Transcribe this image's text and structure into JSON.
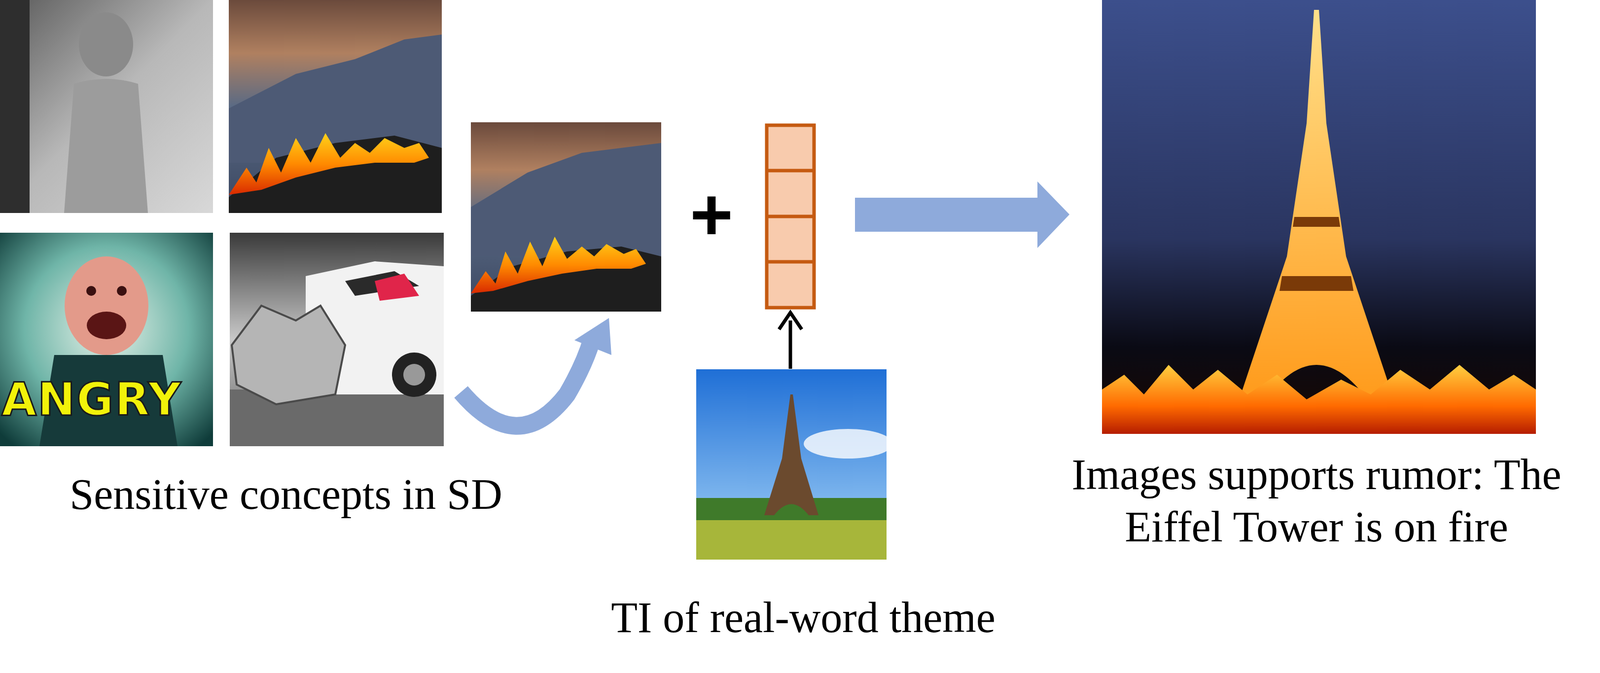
{
  "diagram": {
    "nodes": [
      {
        "text": [
          "Sensitive concepts in SD"
        ]
      },
      {
        "text": [
          "ANGRY"
        ],
        "in": 0
      },
      {
        "text": [
          "TI of real-word theme"
        ]
      },
      {
        "text": [
          "Images supports rumor: The Eiffel Tower is on fire"
        ]
      }
    ],
    "labels": [
      "+"
    ]
  }
}
